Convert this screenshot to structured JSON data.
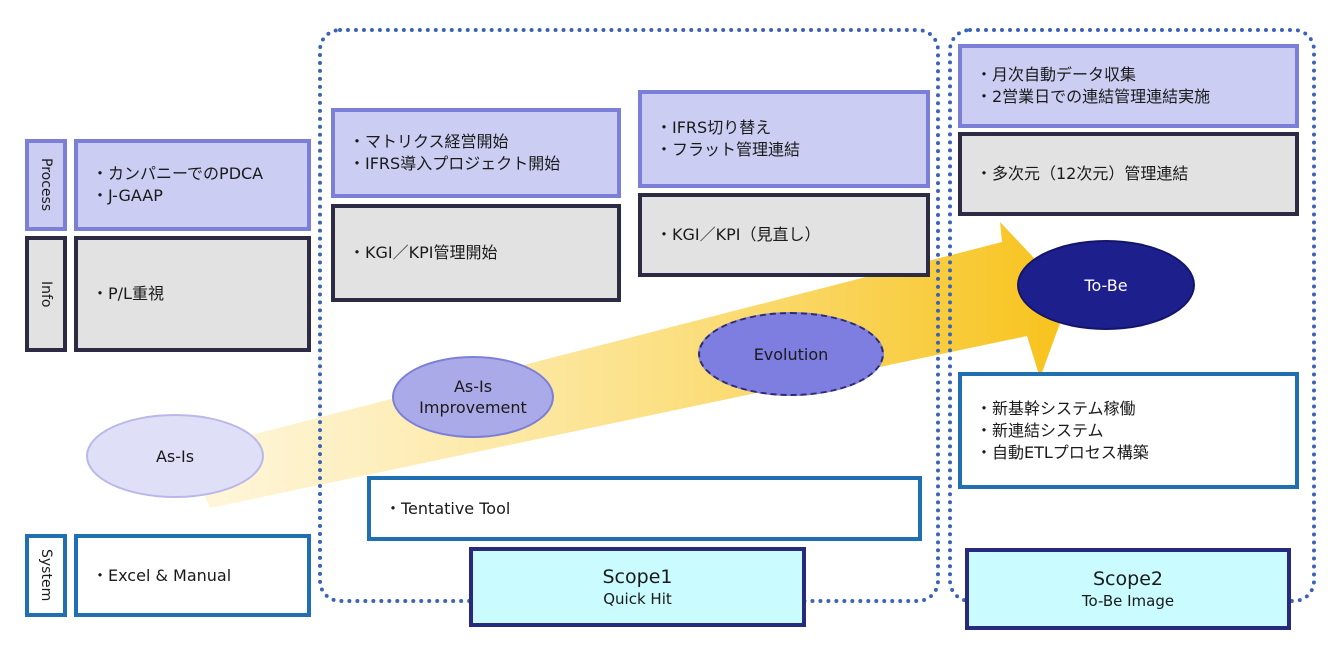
{
  "colors": {
    "process_fill": "#cbcdf2",
    "process_border": "#7b7fd8",
    "info_fill": "#e2e2e2",
    "info_border": "#2d2b43",
    "system_border": "#1f6fb2",
    "scope_dotted": "#3b63b8",
    "scope_label_fill": "#c9fbff",
    "scope_label_border": "#282a7d",
    "arrow_yellow": "#f7c21a",
    "tobe_fill": "#1d1f8c"
  },
  "row_labels": {
    "process": "Process",
    "info": "Info",
    "system": "System"
  },
  "as_is": {
    "process_lines": [
      "・カンパニーでのPDCA",
      "・J-GAAP"
    ],
    "info_lines": [
      "・P/L重視"
    ],
    "system_lines": [
      "・Excel & Manual"
    ]
  },
  "scope1": {
    "process_a_lines": [
      "・マトリクス経営開始",
      "・IFRS導入プロジェクト開始"
    ],
    "info_a_lines": [
      "・KGI／KPI管理開始"
    ],
    "process_b_lines": [
      "・IFRS切り替え",
      "・フラット管理連結"
    ],
    "info_b_lines": [
      "・KGI／KPI（見直し）"
    ],
    "system_lines": [
      "・Tentative Tool"
    ],
    "label_title": "Scope1",
    "label_sub": "Quick Hit"
  },
  "scope2": {
    "process_lines": [
      "・月次自動データ収集",
      "・2営業日での連結管理連結実施"
    ],
    "info_lines": [
      "・多次元（12次元）管理連結"
    ],
    "system_lines": [
      "・新基幹システム稼働",
      "・新連結システム",
      "・自動ETLプロセス構築"
    ],
    "label_title": "Scope2",
    "label_sub": "To-Be Image"
  },
  "stages": {
    "as_is": "As-Is",
    "improvement_line1": "As-Is",
    "improvement_line2": "Improvement",
    "evolution": "Evolution",
    "to_be": "To-Be"
  }
}
